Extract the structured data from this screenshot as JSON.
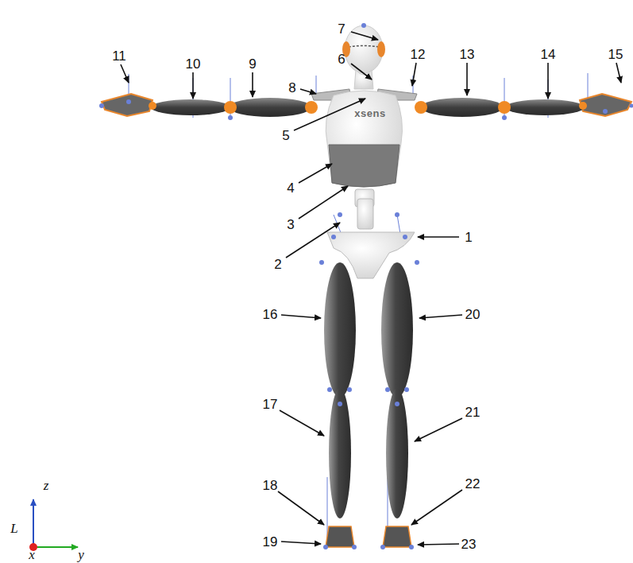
{
  "diagram": {
    "labels": [
      "7",
      "6",
      "12",
      "13",
      "14",
      "15",
      "11",
      "10",
      "9",
      "8",
      "5",
      "xsens",
      "4",
      "3",
      "2",
      "1",
      "16",
      "20",
      "17",
      "21",
      "18",
      "22",
      "19",
      "23",
      "z",
      "L",
      "x",
      "y"
    ]
  }
}
